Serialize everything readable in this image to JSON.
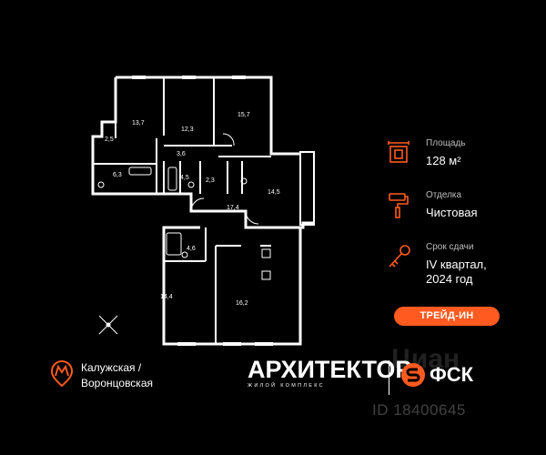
{
  "rooms": [
    {
      "id": "r1",
      "area": "13,7"
    },
    {
      "id": "r2",
      "area": "12,3"
    },
    {
      "id": "r3",
      "area": "15,7"
    },
    {
      "id": "r4",
      "area": "2,5"
    },
    {
      "id": "r5",
      "area": "3,6"
    },
    {
      "id": "r6",
      "area": "6,3"
    },
    {
      "id": "r7",
      "area": "4,5"
    },
    {
      "id": "r8",
      "area": "2,3"
    },
    {
      "id": "r9",
      "area": "14,5"
    },
    {
      "id": "r10",
      "area": "17,4"
    },
    {
      "id": "r11",
      "area": "4,6"
    },
    {
      "id": "r12",
      "area": "14,4"
    },
    {
      "id": "r13",
      "area": "16,2"
    }
  ],
  "info": {
    "area_label": "Площадь",
    "area_value": "128 м²",
    "finish_label": "Отделка",
    "finish_value": "Чистовая",
    "deadline_label": "Срок сдачи",
    "deadline_value_1": "IV квартал,",
    "deadline_value_2": "2024 год"
  },
  "trade_in_label": "ТРЕЙД-ИН",
  "metro": {
    "line1": "Калужская /",
    "line2": "Воронцовская"
  },
  "brand": {
    "title": "АРХИТЕКТОР",
    "subtitle": "ЖИЛОЙ КОМПЛЕКС"
  },
  "developer": "ФСК",
  "watermark": "Циан",
  "listing_id": "ID 18400645",
  "colors": {
    "background": "#000000",
    "accent": "#ff5a1f",
    "text": "#ffffff"
  },
  "icons": [
    "floor-area-icon",
    "paint-roller-icon",
    "key-icon",
    "metro-icon",
    "compass-icon",
    "fsk-logo-icon"
  ]
}
